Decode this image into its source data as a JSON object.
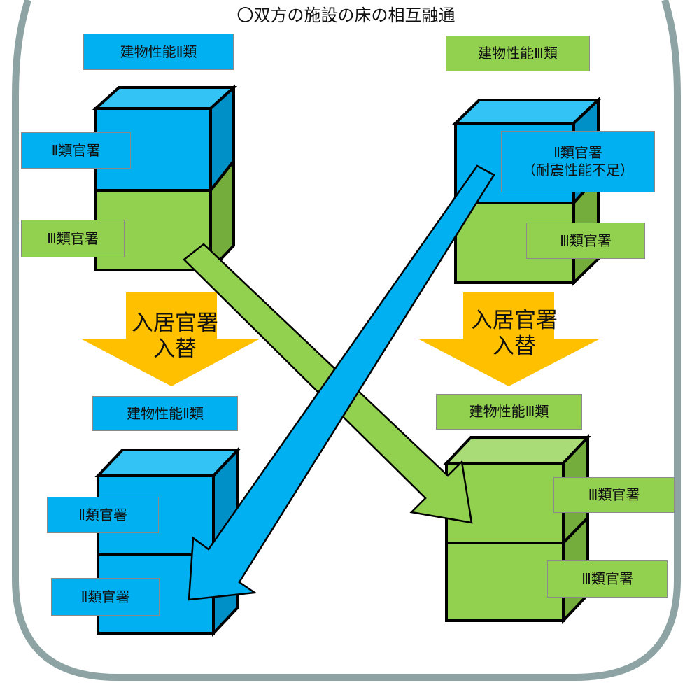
{
  "title": "〇双方の施設の床の相互融通",
  "top_left": {
    "building_label": "建物性能Ⅱ類",
    "upper_office": "Ⅱ類官署",
    "lower_office": "Ⅲ類官署"
  },
  "top_right": {
    "building_label": "建物性能Ⅲ類",
    "upper_office_line1": "Ⅱ類官署",
    "upper_office_line2": "（耐震性能不足）",
    "lower_office": "Ⅲ類官署"
  },
  "bottom_left": {
    "building_label": "建物性能Ⅱ類",
    "upper_office": "Ⅱ類官署",
    "lower_office": "Ⅱ類官署"
  },
  "bottom_right": {
    "building_label": "建物性能Ⅲ類",
    "upper_office": "Ⅲ類官署",
    "lower_office": "Ⅲ類官署"
  },
  "transition_left": {
    "line1": "入居官署",
    "line2": "入替"
  },
  "transition_right": {
    "line1": "入居官署",
    "line2": "入替"
  },
  "colors": {
    "blue": "#00b0f0",
    "blue_side": "#0090c8",
    "blue_top": "#33c3f4",
    "green": "#92d050",
    "green_side": "#74ad3c",
    "green_top": "#a9dc76",
    "orange_arrow": "#ffc000",
    "frame": "#8ea3a3"
  }
}
